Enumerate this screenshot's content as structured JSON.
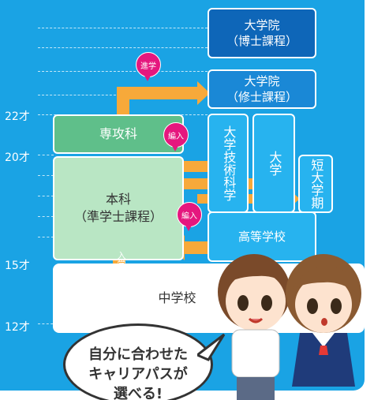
{
  "ages": [
    "22才",
    "20才",
    "15才",
    "12才"
  ],
  "boxes": {
    "graduate_doctoral": "大学院\n（博士課程）",
    "graduate_masters": "大学院\n（修士課程）",
    "tech_university": "大学技術科学",
    "university": "大学",
    "junior_college": "短大学期",
    "advanced_course": "専攻科",
    "main_course": "本科\n（準学士課程）",
    "high_school": "高等学校",
    "junior_high": "中学校"
  },
  "badges": {
    "advance": "進学",
    "transfer_1": "編入",
    "transfer_2": "編入",
    "entry": "入学"
  },
  "speech_bubble": "自分に合わせた\nキャリアパスが\n選べる!",
  "colors": {
    "background": "#1aa3e4",
    "arrow": "#f7a93a",
    "badge": "#e5177e",
    "green": "#5fbf8a",
    "light_green": "#b9e6c4",
    "navy": "#0e66b8"
  }
}
